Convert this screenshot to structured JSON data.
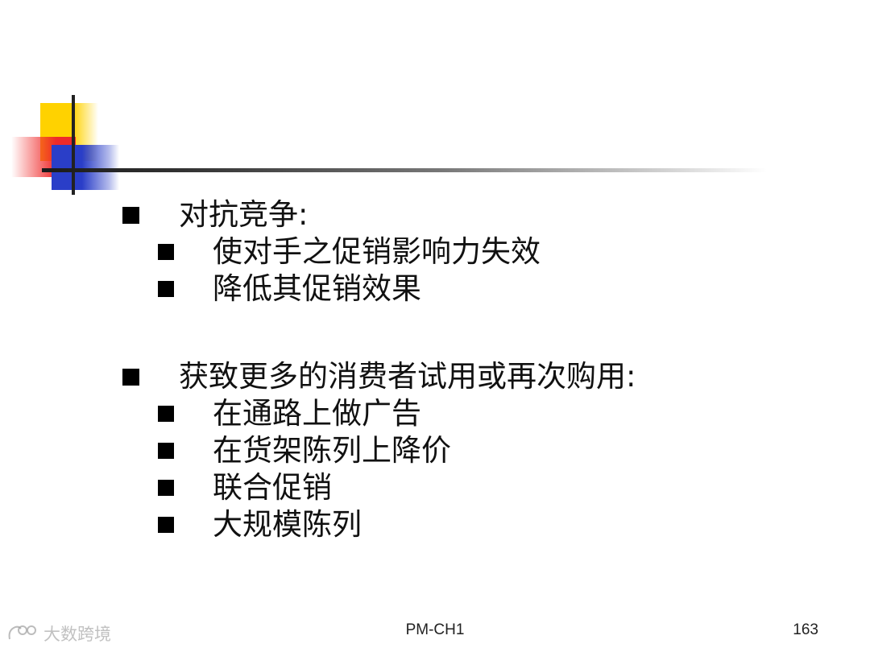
{
  "slide": {
    "sections": [
      {
        "heading": "对抗竞争:",
        "items": [
          "使对手之促销影响力失效",
          "降低其促销效果"
        ]
      },
      {
        "heading": "获致更多的消费者试用或再次购用:",
        "items": [
          "在通路上做广告",
          "在货架陈列上降价",
          "联合促销",
          "大规模陈列"
        ]
      }
    ]
  },
  "footer": {
    "center": "PM-CH1",
    "page": "163"
  },
  "watermark": {
    "text": "大数跨境"
  },
  "colors": {
    "yellow": "#ffd200",
    "red": "#ee2a2a",
    "blue": "#2a3ec8",
    "text": "#111111"
  }
}
